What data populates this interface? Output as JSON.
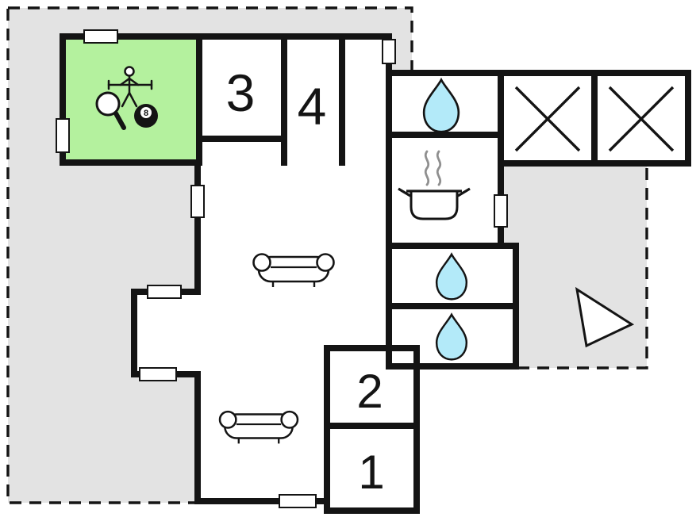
{
  "floor_plan": {
    "colors": {
      "parcel_gray": "#e3e3e3",
      "game_room_green": "#b4f19e",
      "water_blue": "#b3eaf9",
      "wall_black": "#141414",
      "steam_gray": "#8f8f8f",
      "background": "#ffffff"
    },
    "rooms": {
      "game_room": {
        "icons": [
          "foosball-player-icon",
          "table-tennis-paddle-icon",
          "billiard-8-ball-icon"
        ],
        "ball_label": "8"
      },
      "bedroom_3": {
        "label": "3"
      },
      "bedroom_4": {
        "label": "4"
      },
      "bathroom_top": {
        "icon": "water-drop-icon"
      },
      "storage_left": {
        "icon": "x-mark-icon"
      },
      "storage_right": {
        "icon": "x-mark-icon"
      },
      "kitchen": {
        "icon": "cooking-pot-steam-icon"
      },
      "bathroom_middle_upper": {
        "icon": "water-drop-icon"
      },
      "bathroom_middle_lower": {
        "icon": "water-drop-icon"
      },
      "bedroom_2": {
        "label": "2"
      },
      "bedroom_1": {
        "label": "1"
      },
      "living_room": {
        "icons": [
          "sofa-icon",
          "sofa-icon"
        ]
      }
    },
    "outdoor": {
      "boundary_style": "dashed",
      "areas": [
        "left-parcel",
        "right-parcel"
      ],
      "direction_marker": "triangle-pointer-icon"
    }
  }
}
